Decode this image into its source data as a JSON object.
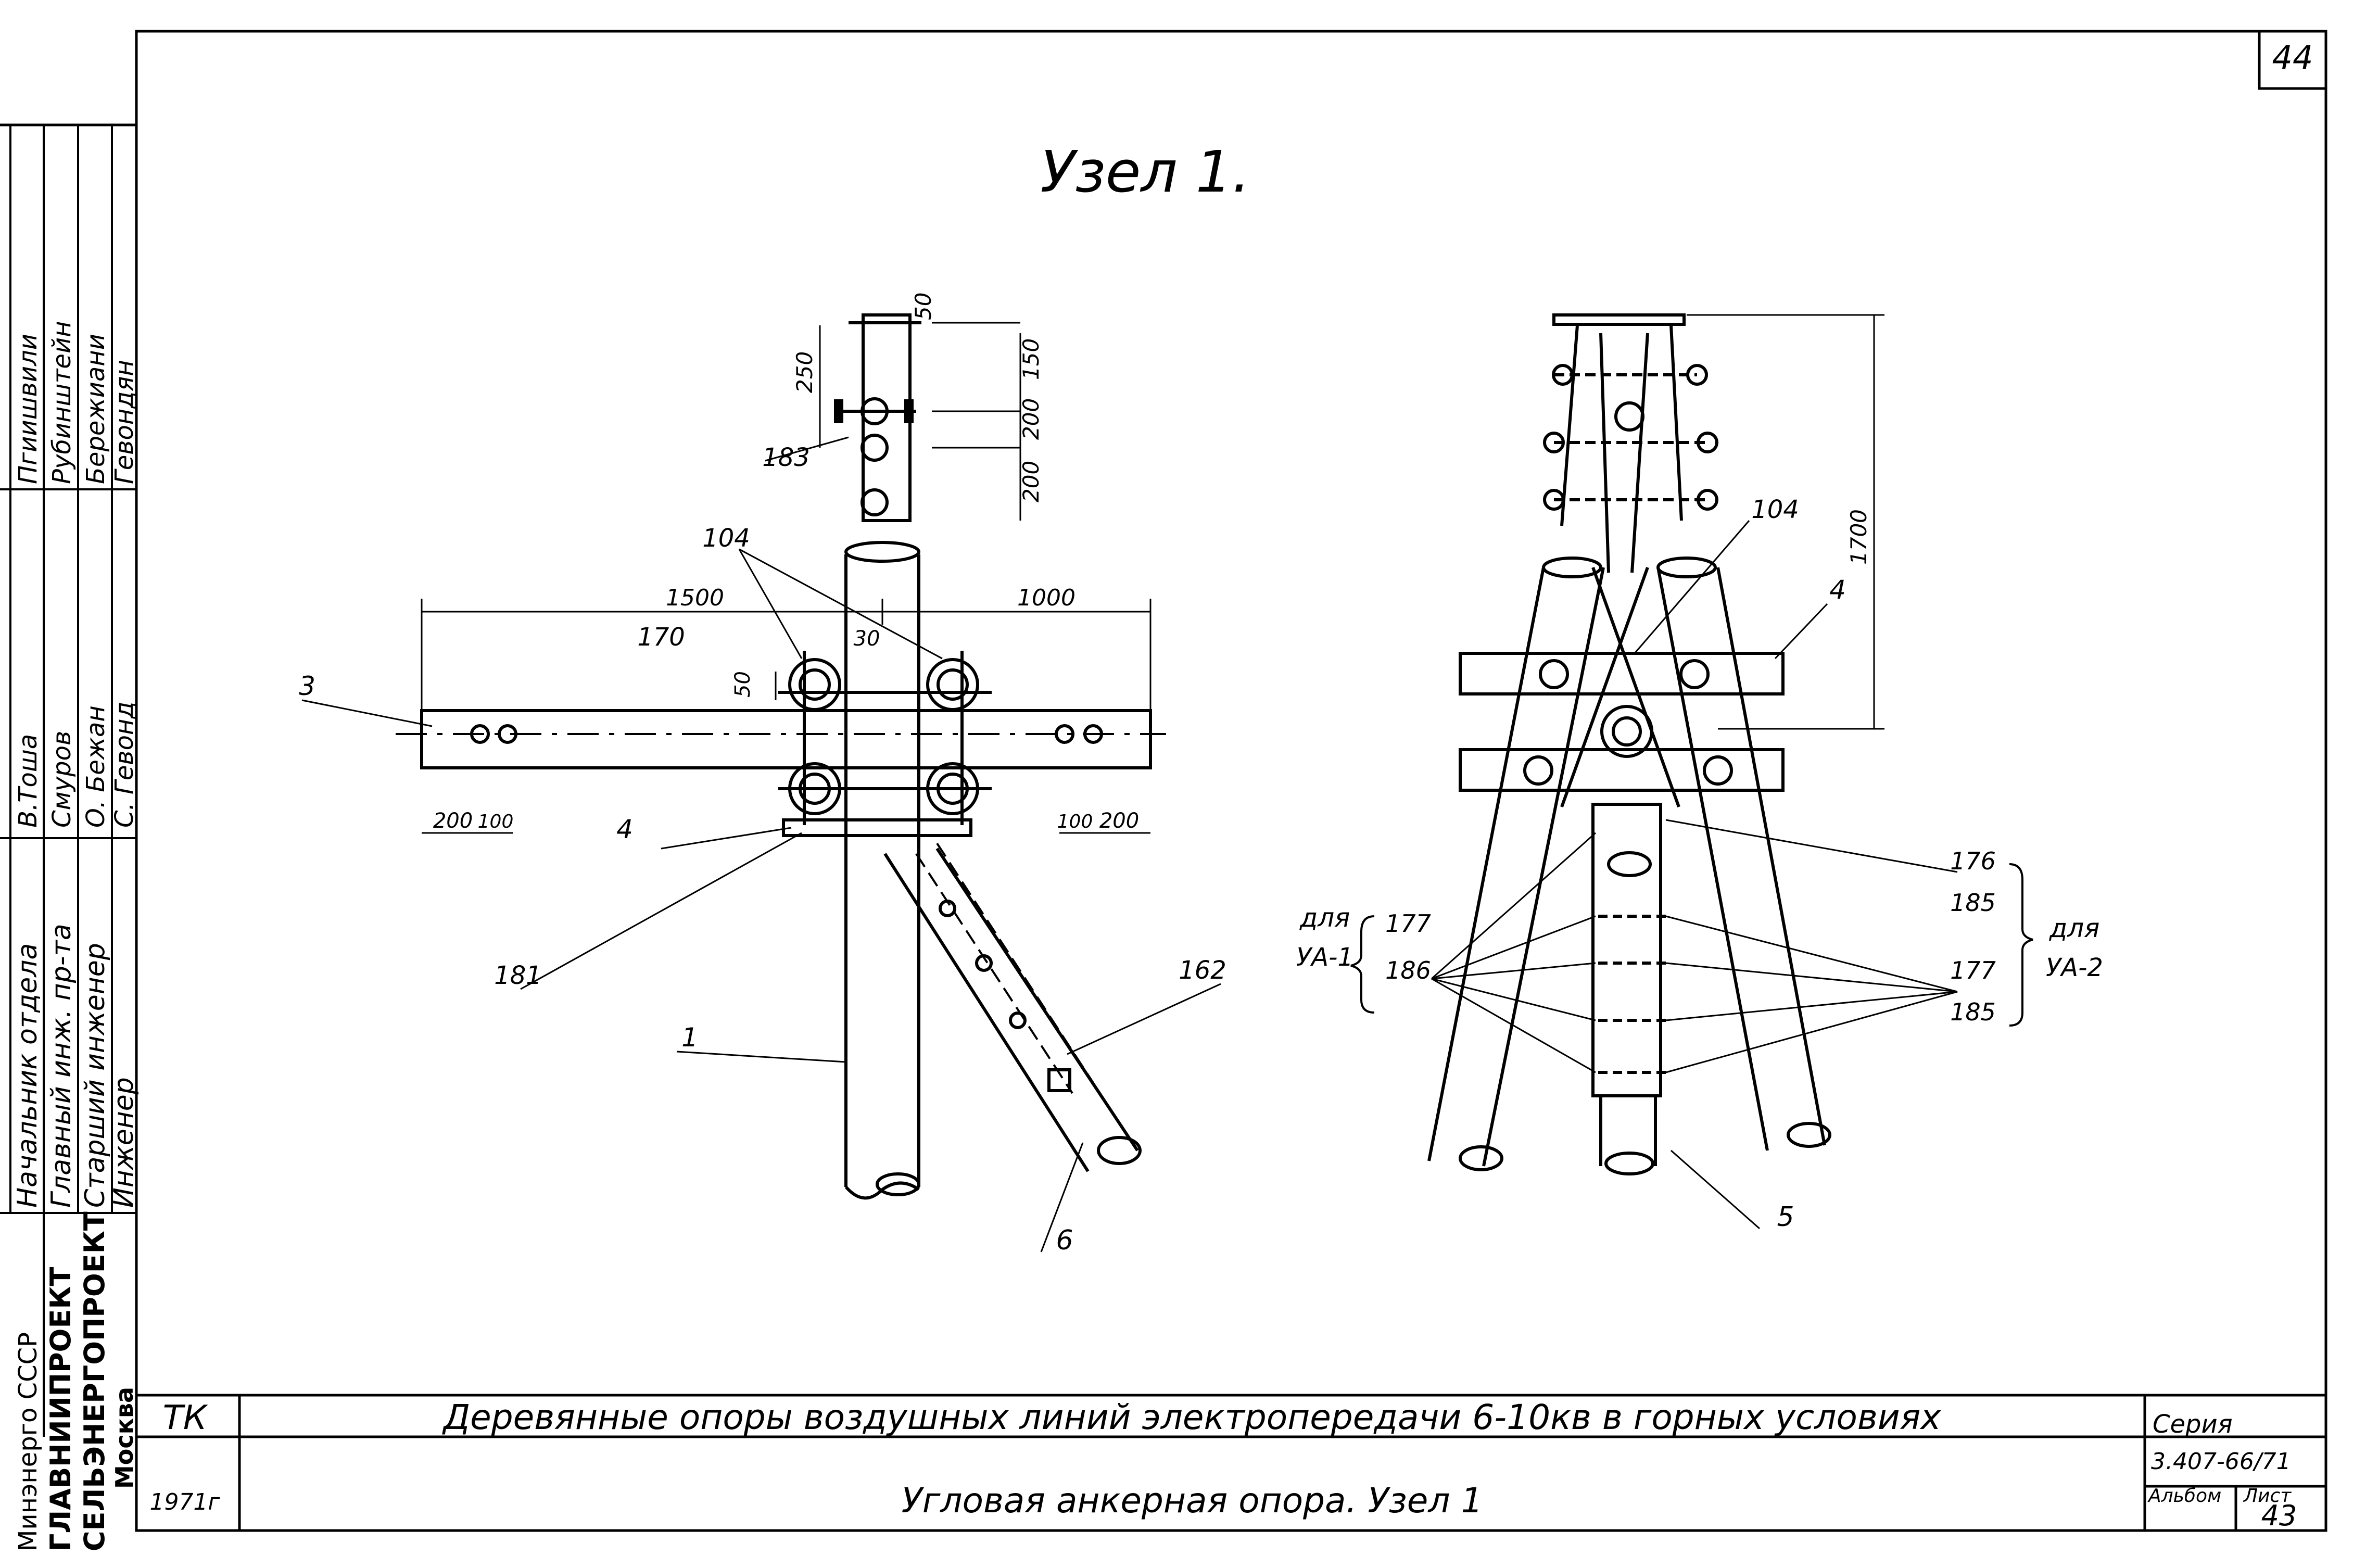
{
  "sheet_number": "44",
  "title": "Узел 1.",
  "side_stamp": {
    "roles": [
      "Начальник отдела",
      "Главный инж. пр-та",
      "Старший инженер",
      "Инженер"
    ],
    "names": [
      "Пгиишвили",
      "Рубинштейн",
      "Бережиани",
      "Гевондян"
    ],
    "signatures": [
      "В.Тоша",
      "Смуров",
      "О. Бежан",
      "С. Гевонд"
    ],
    "org": [
      "Минэнерго СССР",
      "ГЛАВНИИПРОЕКТ",
      "СЕЛЬЭНЕРГОПРОЕКТ",
      "Москва"
    ]
  },
  "title_block": {
    "code": "ТК",
    "year": "1971г",
    "project": "Деревянные опоры воздушных линий электропередачи 6-10кв в горных условиях",
    "drawing": "Угловая анкерная опора. Узел 1",
    "series_label": "Серия",
    "series": "3.407-66/71",
    "album_label": "Альбом",
    "sheet_label": "Лист",
    "sheet": "43"
  },
  "left_view": {
    "dims": {
      "d50_top": "50",
      "d150": "150",
      "d250": "250",
      "d200a": "200",
      "d200b": "200",
      "d1500": "1500",
      "d1000": "1000",
      "d30": "30",
      "d50": "50",
      "d200_left": "200",
      "d100_left": "100",
      "d100_right": "100",
      "d200_right": "200"
    },
    "labels": {
      "l183": "183",
      "l104": "104",
      "l170": "170",
      "l3": "3",
      "l4": "4",
      "l181": "181",
      "l162": "162",
      "l1": "1",
      "l6": "6"
    }
  },
  "right_view": {
    "dims": {
      "d1700": "1700"
    },
    "labels": {
      "l104": "104",
      "l4": "4",
      "l5": "5",
      "for_ua1_a": "для",
      "for_ua1_b": "УА-1",
      "for_ua2_a": "для",
      "for_ua2_b": "УА-2",
      "l177_left": "177",
      "l186_left": "186",
      "l176": "176",
      "l185_top": "185",
      "l177_right": "177",
      "l185_bottom": "185"
    }
  }
}
